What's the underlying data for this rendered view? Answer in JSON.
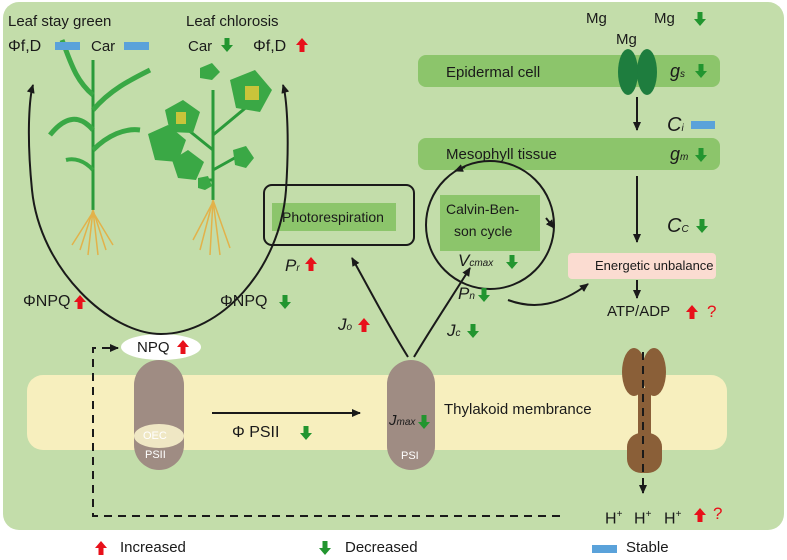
{
  "labels": {
    "leaf_stay_green": "Leaf stay green",
    "leaf_chlorosis": "Leaf chlorosis",
    "phi_fd": "Φf,D",
    "car": "Car",
    "mg_left": "Mg",
    "mg_right": "Mg",
    "mg_channel": "Mg",
    "epidermal_cell": "Epidermal cell",
    "gs": "g",
    "gs_sub": "s",
    "ci": "C",
    "ci_sub": "i",
    "mesophyll_tissue": "Mesophyll tissue",
    "gm": "g",
    "gm_sub": "m",
    "cc": "C",
    "cc_sub": "C",
    "photorespiration": "Photorespiration",
    "calvin_line1": "Calvin-Ben-",
    "calvin_line2": "son cycle",
    "vcmax": "V",
    "vcmax_sub": "cmax",
    "pr": "P",
    "pr_sub": "r",
    "pn": "P",
    "pn_sub": "n",
    "energetic_unbalance": "Energetic unbalance",
    "atp_adp": "ATP/ADP",
    "question": "?",
    "phi_npq": "ΦNPQ",
    "jo": "J",
    "jo_sub": "o",
    "jc": "J",
    "jc_sub": "c",
    "npq": "NPQ",
    "oec": "OEC",
    "psii": "PSII",
    "phi_psii": "Φ PSII",
    "jmax": "J",
    "jmax_sub": "max",
    "psi": "PSI",
    "thylakoid": "Thylakoid membrance",
    "h_plus": "H",
    "h_plus_sup": "+"
  },
  "legend": {
    "increased": "Increased",
    "decreased": "Decreased",
    "stable": "Stable"
  },
  "colors": {
    "background": "#c3ddaa",
    "box_green": "#8cc56b",
    "thylakoid": "#f7efbe",
    "photosystem": "#9f8c83",
    "atp_synthase": "#8a5f38",
    "increase": "#e8101a",
    "decrease": "#22952f",
    "stable": "#5aa2da",
    "energetic_box": "#fbdcd1",
    "channel": "#1e7d3e"
  }
}
